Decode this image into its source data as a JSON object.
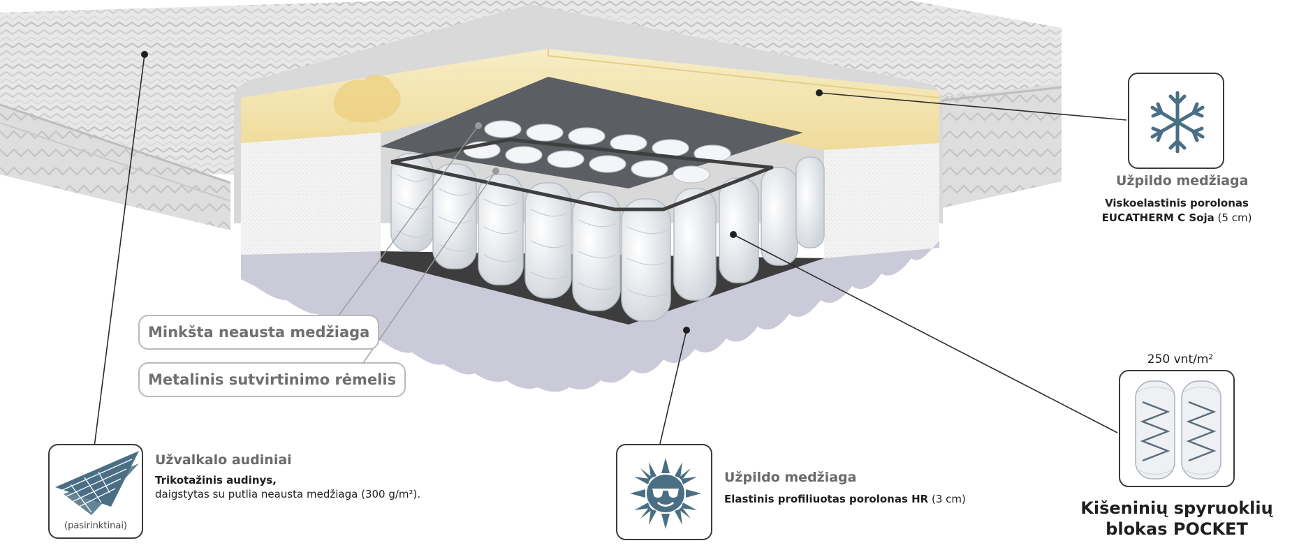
{
  "labels": {
    "soft_fabric": "Minkšta neausta medžiaga",
    "metal_frame": "Metalinis sutvirtinimo rėmelis"
  },
  "cover": {
    "title": "Užvalkalo audiniai",
    "line1": "Trikotažinis audinys,",
    "line2": "daigstytas su putlia neausta medžiaga (300 g/m²).",
    "icon_caption": "(pasirinktinai)",
    "icon": "fabric-mesh-icon"
  },
  "top_filling": {
    "title": "Užpildo medžiaga",
    "line1": "Viskoelastinis porolonas",
    "line2_bold": "EUCATHERM C Soja",
    "line2_rest": " (5 cm)",
    "icon": "snowflake-icon"
  },
  "bottom_filling": {
    "title": "Užpildo medžiaga",
    "line1_bold": "Elastinis profiliuotas porolonas HR",
    "line1_rest": " (3 cm)",
    "icon": "sun-sunglasses-icon"
  },
  "springs": {
    "density": "250 vnt/m²",
    "title_line1": "Kišeninių spyruoklių",
    "title_line2": "blokas POCKET",
    "icon": "pocket-spring-icon"
  },
  "colors": {
    "icon_blue": "#4a6f84",
    "memory_foam": "#f5e7b4",
    "hr_foam": "#c9c8d8",
    "frame": "#555555"
  }
}
